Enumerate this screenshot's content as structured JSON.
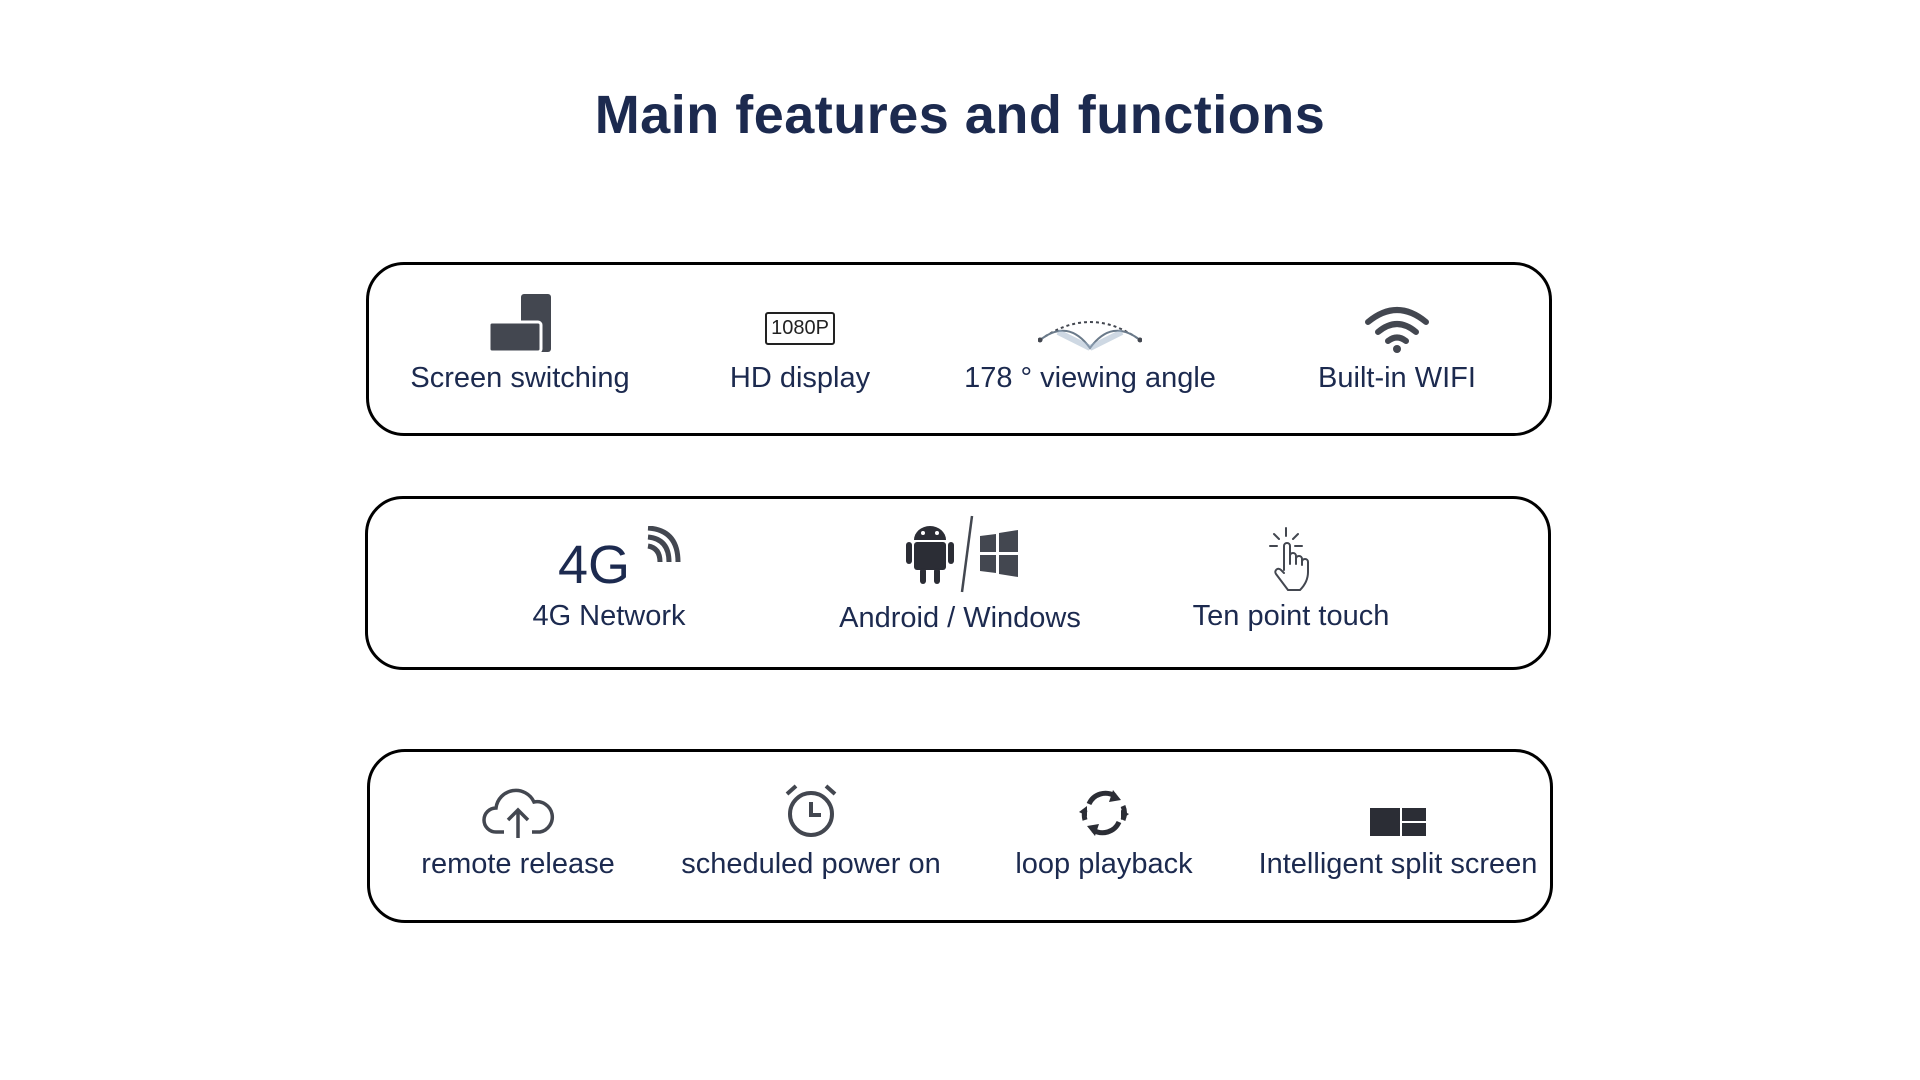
{
  "title": "Main features and functions",
  "rows": [
    {
      "items": [
        {
          "label": "Screen switching",
          "icon": "screen-switching-icon"
        },
        {
          "label": "HD display",
          "icon": "hd-1080p-icon",
          "icon_text": "1080P"
        },
        {
          "label": "178 ° viewing angle",
          "icon": "viewing-angle-icon"
        },
        {
          "label": "Built-in WIFI",
          "icon": "wifi-icon"
        }
      ]
    },
    {
      "items": [
        {
          "label": "4G Network",
          "icon": "4g-signal-icon",
          "icon_text": "4G"
        },
        {
          "label": "Android / Windows",
          "icon": "android-windows-icon"
        },
        {
          "label": "Ten point touch",
          "icon": "touch-hand-icon"
        }
      ]
    },
    {
      "items": [
        {
          "label": "remote release",
          "icon": "cloud-upload-icon"
        },
        {
          "label": "scheduled power on",
          "icon": "alarm-clock-icon"
        },
        {
          "label": "loop playback",
          "icon": "loop-icon"
        },
        {
          "label": "Intelligent split screen",
          "icon": "split-screen-icon"
        }
      ]
    }
  ],
  "colors": {
    "text": "#1c2a4f",
    "icon": "#434750",
    "border": "#000000"
  }
}
